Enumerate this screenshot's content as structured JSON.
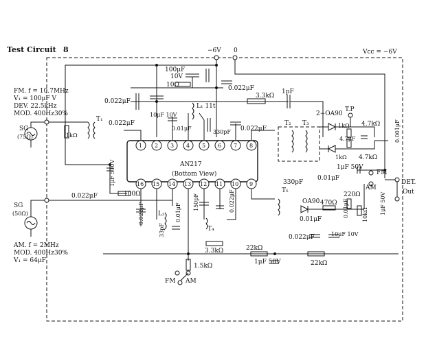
{
  "title": "Test Circuit",
  "title_num": "8",
  "supply": {
    "neg": "−6V",
    "zero": "0",
    "vcc": "Vcc = −6V"
  },
  "ic": {
    "name": "AN217",
    "view": "(Bottom View)",
    "top_pins": [
      "1",
      "2",
      "3",
      "4",
      "5",
      "6",
      "7",
      "8"
    ],
    "bottom_pins": [
      "16",
      "15",
      "14",
      "13",
      "12",
      "11",
      "10",
      "9"
    ]
  },
  "fm_source": {
    "lines": [
      "FM. f = 10.7MHz",
      "V₁ = 100μF V",
      "DEV. 22.5kHz",
      "MOD. 400Hz30%"
    ],
    "sg": "SG",
    "imp": "(75Ω)"
  },
  "am_source": {
    "sg": "SG",
    "imp": "(50Ω)",
    "lines": [
      "AM. f = 2MHz",
      "MOD. 400Hz30%",
      "V₁ = 64μF"
    ]
  },
  "components": {
    "c100u": "100μF",
    "v10": "10V",
    "r10": "10Ω",
    "c022a": "0.022μF",
    "c022b": "0.022μF",
    "c022c": "0.022μF",
    "c10u10v": "10μF 10V",
    "r33k_top": "3.3kΩ",
    "c1p": "1pF",
    "l1": "L₁ 11t",
    "c330p_a": "330pF",
    "c001_a": "0.01μF",
    "c022_t1": "0.022μF",
    "t1": "T₁",
    "r1k_in": "1kΩ",
    "c022_p8": "0.022μF",
    "t2": "T₂",
    "t3": "T₃",
    "oa90_a": "2−OA90",
    "tp": "T.P",
    "r1k_a": "1kΩ",
    "r47k_a": "4.7kΩ",
    "c47u": "4.7μF",
    "c001_det": "0.001μF",
    "r1k_b": "1kΩ",
    "r47k_b": "4.7kΩ",
    "c1u50v": "1μF 50V",
    "fm_sw": "FM",
    "am_sw": "AM",
    "det": "DET.",
    "out": "Out",
    "c330p_b": "330pF",
    "c001_b": "0.01μF",
    "t5": "T₅",
    "oa90_b": "OA90",
    "r470": "470Ω",
    "r220": "220Ω",
    "c001_c": "0.01μF",
    "r10k": "10kΩ",
    "c1u50v_b": "1μF 50V",
    "c001_d": "0.01μF",
    "c1u_510v": "1μF 510V",
    "r100": "100Ω",
    "c022_p16": "0.022μF",
    "c022_am": "0.022μF",
    "l2": "L₂",
    "c33p": "33pF",
    "c001_e": "0.01μF",
    "c150p": "150pF",
    "t4": "T₄",
    "c022_p11": "0.022μF",
    "r33k_b": "3.3kΩ",
    "r22k_a": "22kΩ",
    "r22k_b": "22kΩ",
    "c022_d": "0.022μF",
    "c10u10v_b": "10μF 10V",
    "r15k": "1.5kΩ",
    "c1u50v_c": "1μF 50V",
    "sw_fm": "FM",
    "sw_am": "AM"
  }
}
